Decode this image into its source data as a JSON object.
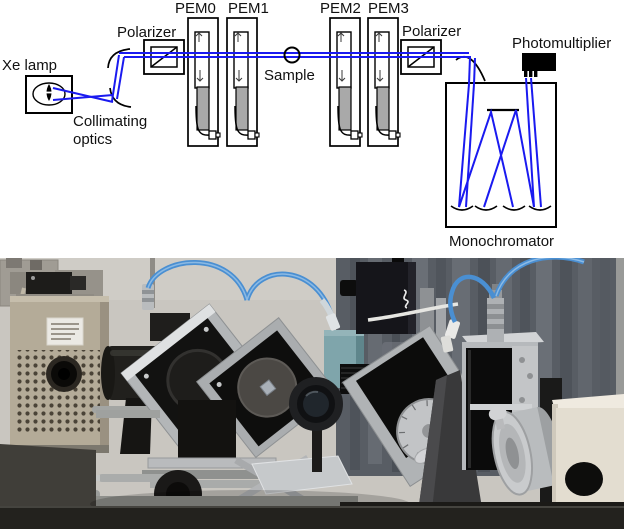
{
  "figure": {
    "type": "experimental-optical-setup-figure",
    "diagram": {
      "labels": {
        "xe_lamp": "Xe lamp",
        "collimating_line1": "Collimating",
        "collimating_line2": "optics",
        "polarizer_left": "Polarizer",
        "pem0": "PEM0",
        "pem1": "PEM1",
        "pem2": "PEM2",
        "pem3": "PEM3",
        "sample": "Sample",
        "polarizer_right": "Polarizer",
        "photomultiplier": "Photomultiplier",
        "monochromator": "Monochromator"
      },
      "colors": {
        "beam": "#1a1af0",
        "outline": "#000000",
        "pem_crystal_gray": "#a9a9a9"
      }
    },
    "photo": {
      "colors": {
        "wall": "#c9c6c0",
        "curtain": "#585d64",
        "lamp_housing": "#b4ab98",
        "cable_blue": "#4a8fd2",
        "silver": "#b5b8ba",
        "black_equipment": "#121211",
        "table": "#23221e",
        "beige_box": "#e3ddd0"
      }
    }
  }
}
